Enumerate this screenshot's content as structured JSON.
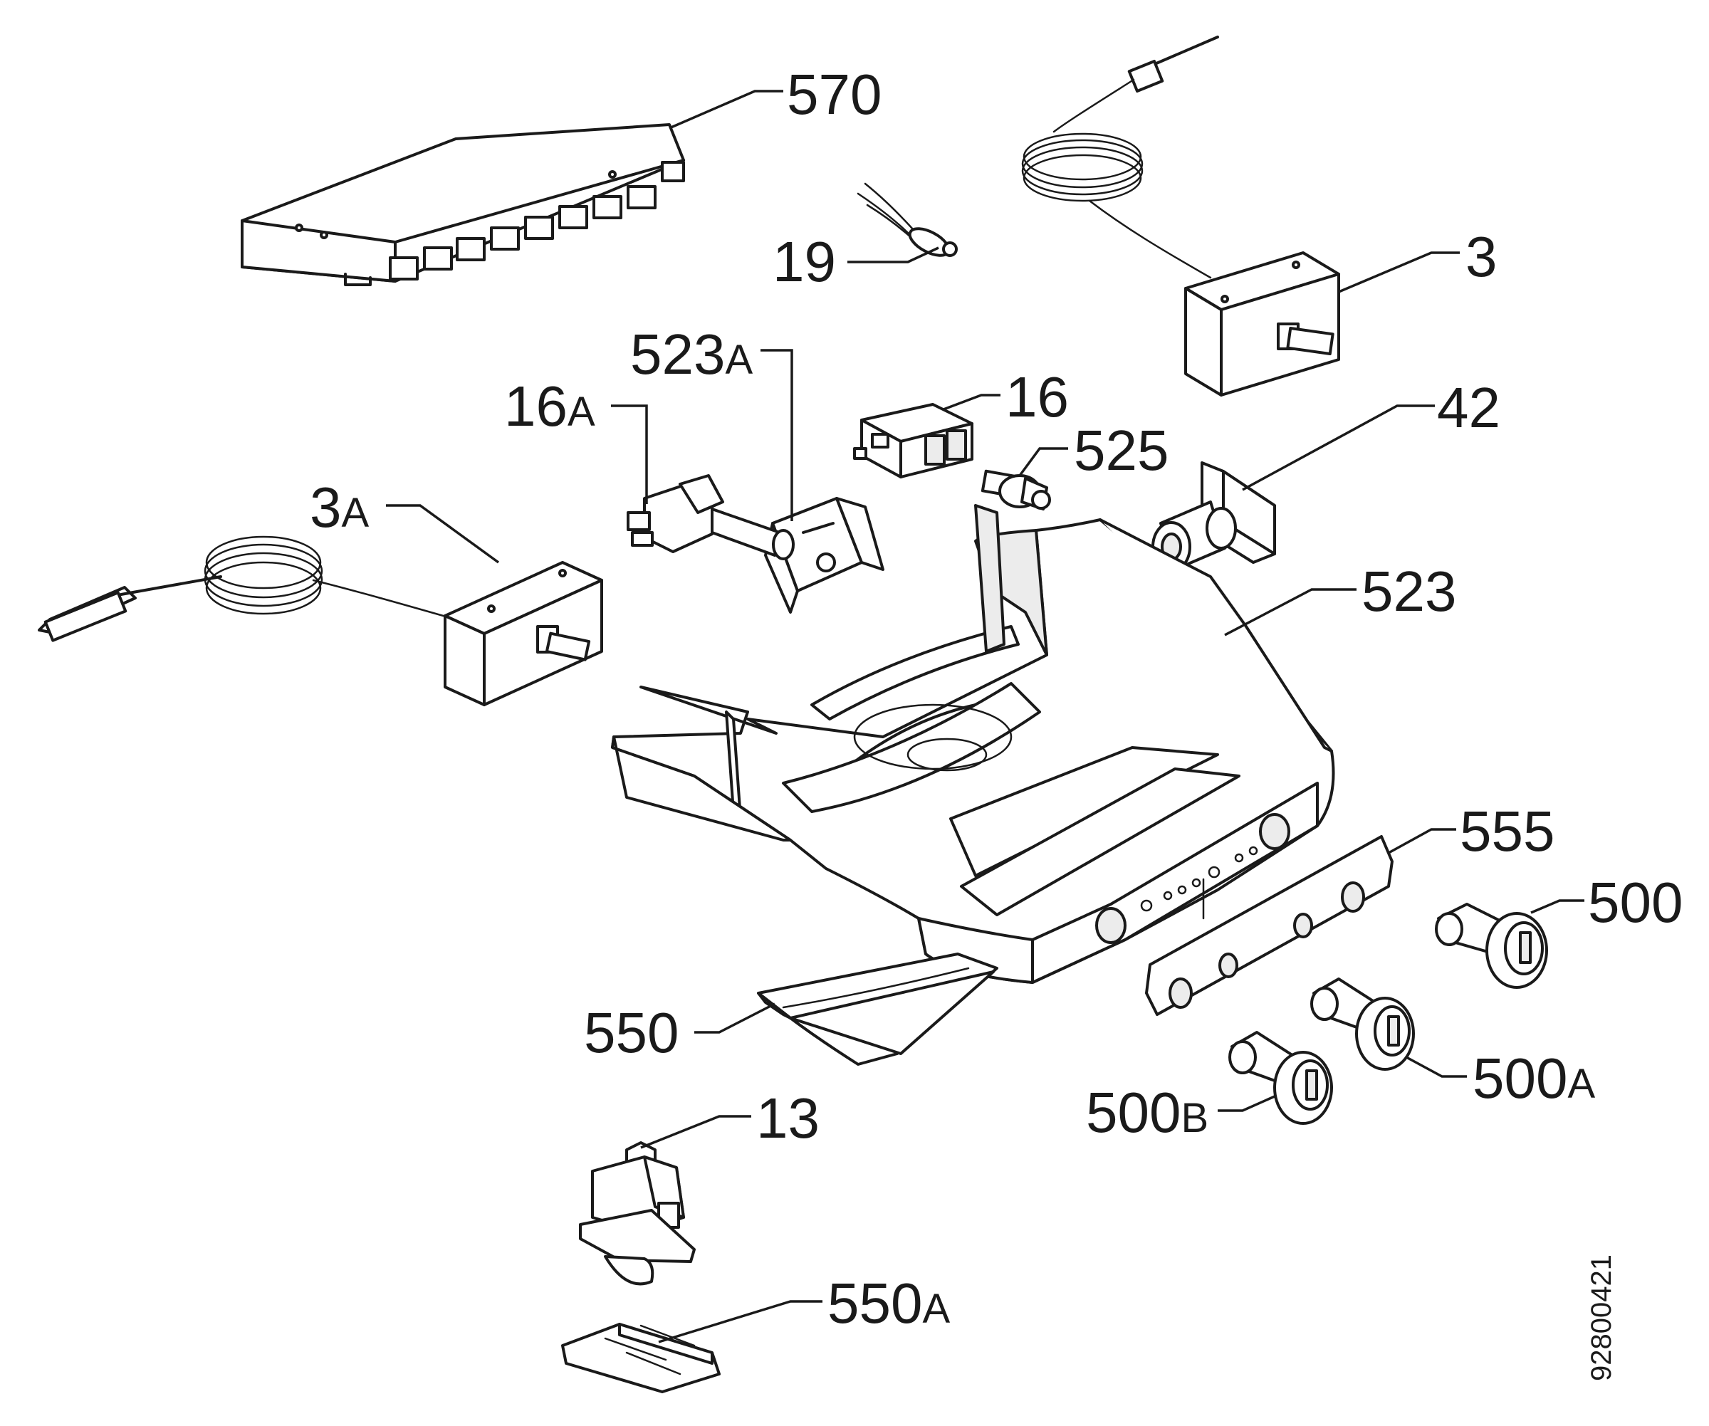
{
  "diagram": {
    "parts": [
      {
        "id": "570",
        "suffix": "",
        "name": "connector-block"
      },
      {
        "id": "19",
        "suffix": "",
        "name": "sensor-probe"
      },
      {
        "id": "3",
        "suffix": "",
        "name": "thermostat"
      },
      {
        "id": "523",
        "suffix": "A",
        "name": "switch-bracket"
      },
      {
        "id": "16",
        "suffix": "A",
        "name": "switch-with-shaft"
      },
      {
        "id": "16",
        "suffix": "",
        "name": "rocker-switch"
      },
      {
        "id": "525",
        "suffix": "",
        "name": "lamp-holder"
      },
      {
        "id": "42",
        "suffix": "",
        "name": "lamp-socket"
      },
      {
        "id": "3",
        "suffix": "A",
        "name": "thermostat-secondary"
      },
      {
        "id": "523",
        "suffix": "",
        "name": "control-housing"
      },
      {
        "id": "555",
        "suffix": "",
        "name": "trim-plate"
      },
      {
        "id": "500",
        "suffix": "",
        "name": "control-knob"
      },
      {
        "id": "550",
        "suffix": "",
        "name": "cover-strip"
      },
      {
        "id": "500",
        "suffix": "A",
        "name": "control-knob-a"
      },
      {
        "id": "500",
        "suffix": "B",
        "name": "control-knob-b"
      },
      {
        "id": "13",
        "suffix": "",
        "name": "door-switch"
      },
      {
        "id": "550",
        "suffix": "A",
        "name": "clip"
      }
    ],
    "drawing_number": "92800421"
  }
}
